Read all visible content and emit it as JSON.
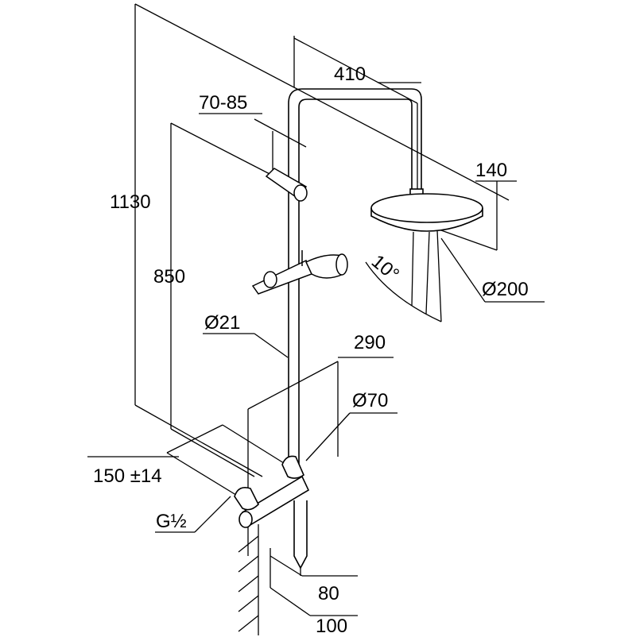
{
  "diagram": {
    "title": "Shower column dimensional drawing",
    "dimensions": {
      "total_height": "1130",
      "arm_reach": "410",
      "holder_range": "70-85",
      "slide_height": "850",
      "head_height": "140",
      "head_tilt": "10°",
      "head_diameter": "Ø200",
      "pipe_diameter": "Ø21",
      "mixer_width": "290",
      "escutcheon_diameter": "Ø70",
      "connection_spacing": "150 ±14",
      "thread": "G½",
      "wall_offset_80": "80",
      "wall_offset_100": "100"
    },
    "colors": {
      "line": "#000000",
      "background": "#ffffff"
    }
  }
}
